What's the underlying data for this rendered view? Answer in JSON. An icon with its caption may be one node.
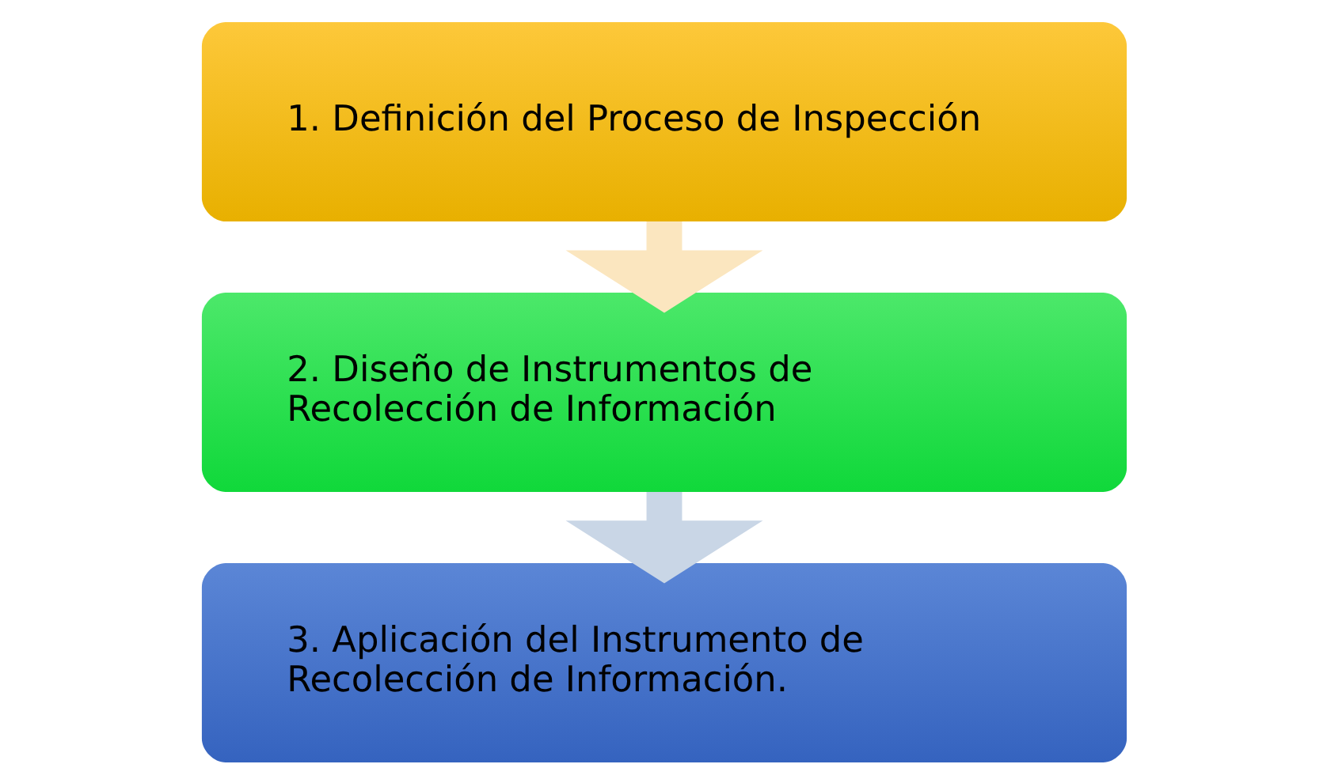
{
  "diagram": {
    "nodes": [
      {
        "text": [
          "1. Definición del Proceso de Inspección"
        ]
      },
      {
        "text": [
          "2. Diseño de Instrumentos de Recolección de Información"
        ]
      },
      {
        "text": [
          "3. Aplicación del Instrumento de Recolección de Información."
        ]
      }
    ],
    "edges": [
      {
        "from": 0,
        "to": 1,
        "arrow": "to",
        "color": "#fbe6bf"
      },
      {
        "from": 1,
        "to": 2,
        "arrow": "to",
        "color": "#c9d6e6"
      }
    ]
  }
}
